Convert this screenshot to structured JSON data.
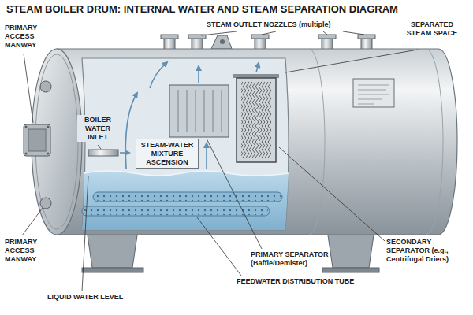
{
  "diagram": {
    "title": "STEAM BOILER DRUM: INTERNAL WATER AND STEAM SEPARATION DIAGRAM",
    "labels": [
      "STEAM OUTLET NOZZLES (multiple)",
      "SEPARATED STEAM SPACE",
      "PRIMARY ACCESS MANWAY",
      "BOILER WATER INLET",
      "STEAM-WATER MIXTURE ASCENSION",
      "PRIMARY ACCESS MANWAY",
      "SECONDARY SEPARATOR (e.g., Centrifugal Driers)",
      "PRIMARY SEPARATOR (Baffle/Demister)",
      "FEEDWATER DISTRIBUTION TUBE",
      "LIQUID WATER LEVEL"
    ]
  }
}
